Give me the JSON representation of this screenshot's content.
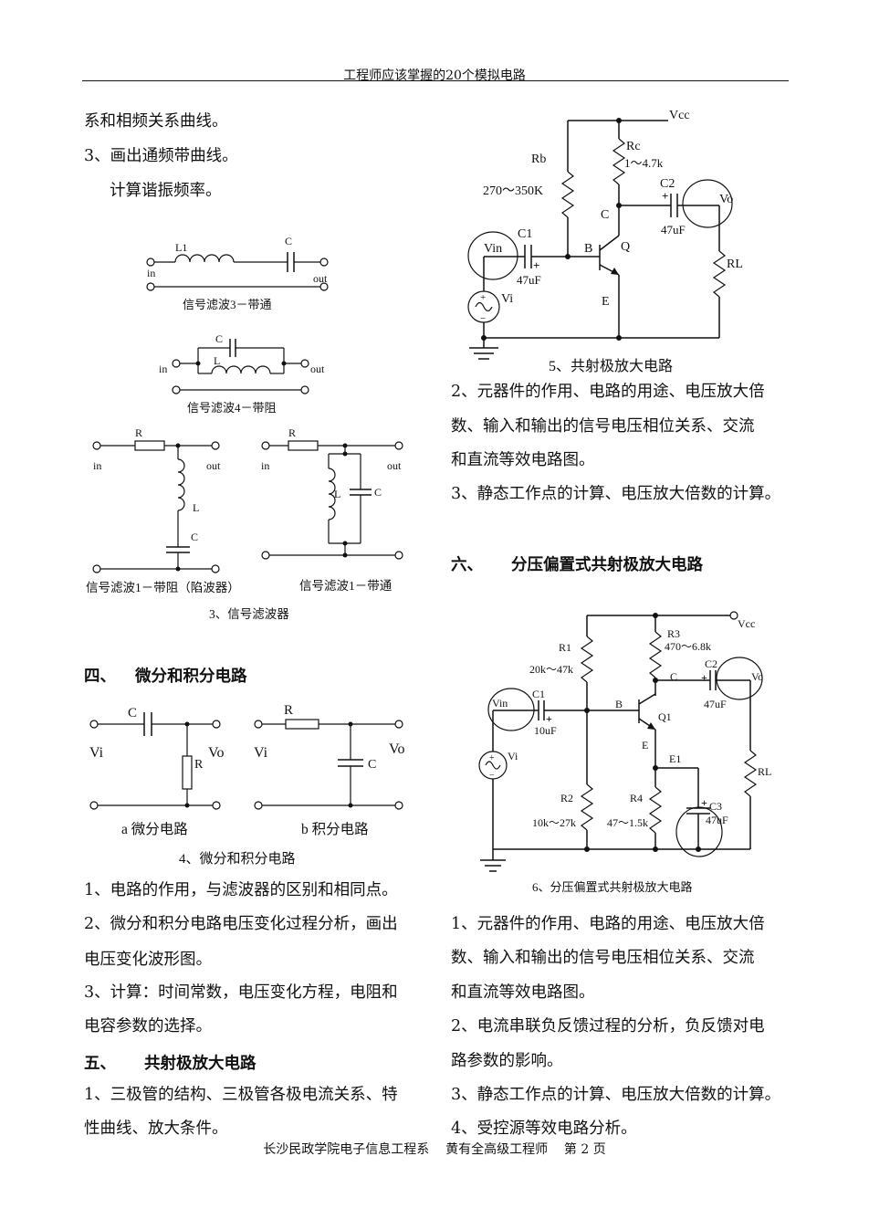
{
  "header": {
    "title": "工程师应该掌握的20个模拟电路"
  },
  "left_column": {
    "intro_lines": [
      "系和相频关系曲线。",
      "3、画出通频带曲线。",
      "计算谐振频率。"
    ],
    "filter3": {
      "l1": "L1",
      "c": "C",
      "in": "in",
      "out": "out",
      "caption": "信号滤波3－带通"
    },
    "filter4": {
      "c": "C",
      "l": "L",
      "in": "in",
      "out": "out",
      "caption": "信号滤波4－带阻"
    },
    "filter1a": {
      "r": "R",
      "in": "in",
      "out": "out",
      "l": "L",
      "c": "C",
      "caption": "信号滤波1－带阻（陷波器）"
    },
    "filter1b": {
      "r": "R",
      "in": "in",
      "out": "out",
      "l": "L",
      "c": "C",
      "caption": "信号滤波1－带通"
    },
    "filters_caption": "3、信号滤波器",
    "section4": {
      "number": "四、",
      "title": "微分和积分电路",
      "diff": {
        "c": "C",
        "vi": "Vi",
        "vo": "Vo",
        "r": "R",
        "caption": "a 微分电路"
      },
      "integ": {
        "r": "R",
        "vi": "Vi",
        "vo": "Vo",
        "c": "C",
        "caption": "b 积分电路"
      },
      "caption": "4、微分和积分电路",
      "lines": [
        "1、电路的作用，与滤波器的区别和相同点。",
        "2、微分和积分电路电压变化过程分析，画出",
        "电压变化波形图。",
        "3、计算：时间常数，电压变化方程，电阻和",
        "电容参数的选择。"
      ]
    },
    "section5_head": {
      "number": "五、",
      "title": "共射极放大电路",
      "lines": [
        "1、三极管的结构、三极管各极电流关系、特",
        "性曲线、放大条件。"
      ]
    }
  },
  "right_column": {
    "ce_amp": {
      "vcc": "Vcc",
      "rb": "Rb",
      "rb_value": "270～350K",
      "rc": "Rc",
      "rc_value": "1～4.7k",
      "c2": "C2",
      "c2_value": "47uF",
      "vo": "Vo",
      "c": "C",
      "c1": "C1",
      "c1_value": "47uF",
      "vin": "Vin",
      "b": "B",
      "q": "Q",
      "rl": "RL",
      "vi": "Vi",
      "e": "E",
      "plus": "+",
      "minus": "−",
      "caption": "5、共射极放大电路"
    },
    "section5_lines": [
      "2、元器件的作用、电路的用途、电压放大倍",
      "数、输入和输出的信号电压相位关系、交流",
      "和直流等效电路图。",
      "3、静态工作点的计算、电压放大倍数的计算。"
    ],
    "section6": {
      "number": "六、",
      "title": "分压偏置式共射极放大电路",
      "circuit": {
        "vcc": "Vcc",
        "r1": "R1",
        "r1_value": "20k～47k",
        "r3": "R3",
        "r3_value": "470～6.8k",
        "c2": "C2",
        "c": "C",
        "vo": "Vo",
        "c2_value": "47uF",
        "vin": "Vin",
        "c1": "C1",
        "c1_value": "10uF",
        "b": "B",
        "q1": "Q1",
        "e": "E",
        "e1": "E1",
        "vi": "Vi",
        "rl": "RL",
        "r2": "R2",
        "r2_value": "10k～27k",
        "r4": "R4",
        "r4_value": "47～1.5k",
        "c3": "C3",
        "c3_value": "47uF",
        "plus": "+",
        "minus": "−"
      },
      "caption": "6、分压偏置式共射极放大电路",
      "lines": [
        "1、元器件的作用、电路的用途、电压放大倍",
        "数、输入和输出的信号电压相位关系、交流",
        "和直流等效电路图。",
        "2、电流串联负反馈过程的分析，负反馈对电",
        "路参数的影响。",
        "3、静态工作点的计算、电压放大倍数的计算。",
        "4、受控源等效电路分析。"
      ]
    }
  },
  "footer": {
    "text": "长沙民政学院电子信息工程系    黄有全高级工程师    第 2 页"
  }
}
